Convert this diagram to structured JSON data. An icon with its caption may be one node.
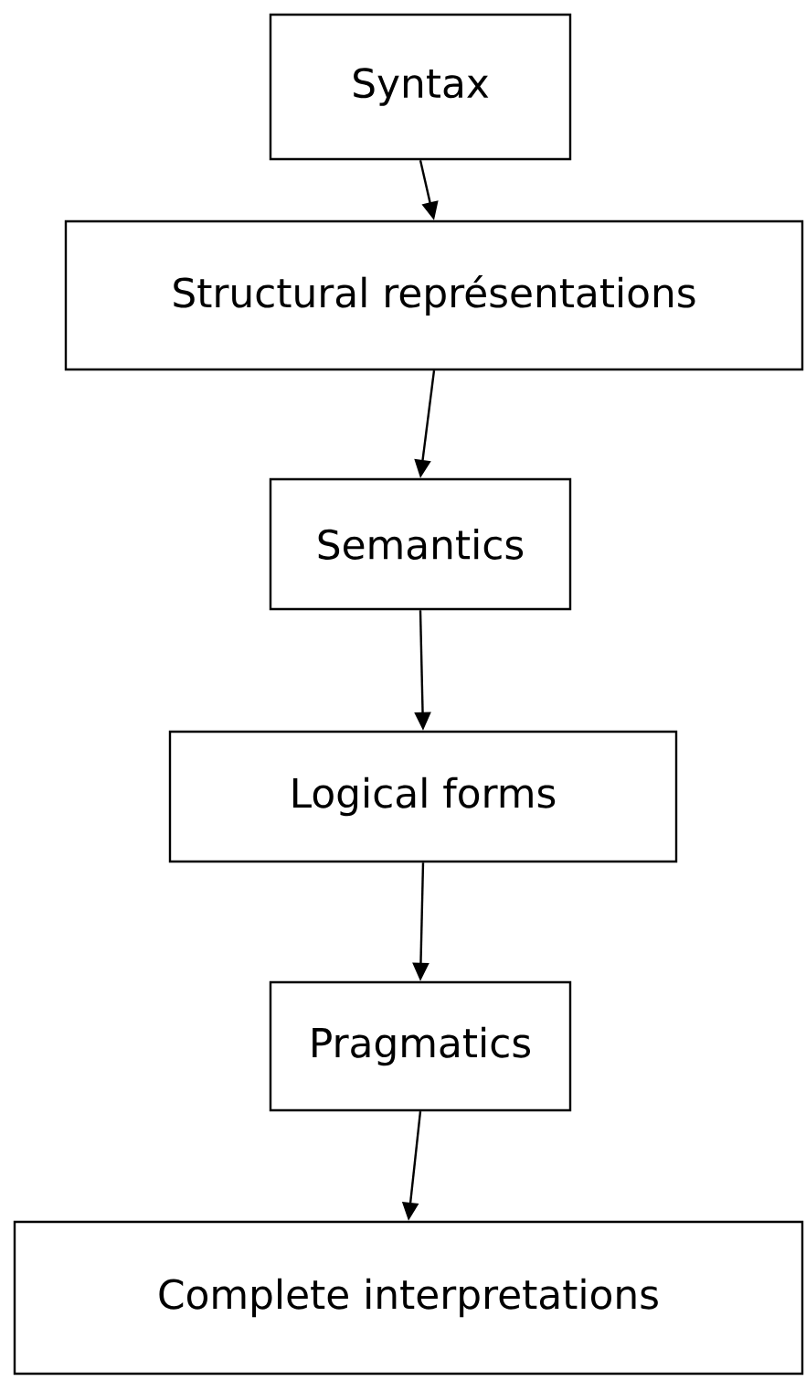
{
  "diagram": {
    "nodes": [
      {
        "text": [
          "Syntax"
        ]
      },
      {
        "text": [
          "Structural représentations"
        ]
      },
      {
        "text": [
          "Semantics"
        ]
      },
      {
        "text": [
          "Logical forms"
        ]
      },
      {
        "text": [
          "Pragmatics"
        ]
      },
      {
        "text": [
          "Complete interpretations"
        ]
      }
    ],
    "edges": [
      {
        "from": 0,
        "to": 1,
        "arrow": "to"
      },
      {
        "from": 1,
        "to": 2,
        "arrow": "to"
      },
      {
        "from": 2,
        "to": 3,
        "arrow": "to"
      },
      {
        "from": 3,
        "to": 4,
        "arrow": "to"
      },
      {
        "from": 4,
        "to": 5,
        "arrow": "to"
      }
    ]
  }
}
